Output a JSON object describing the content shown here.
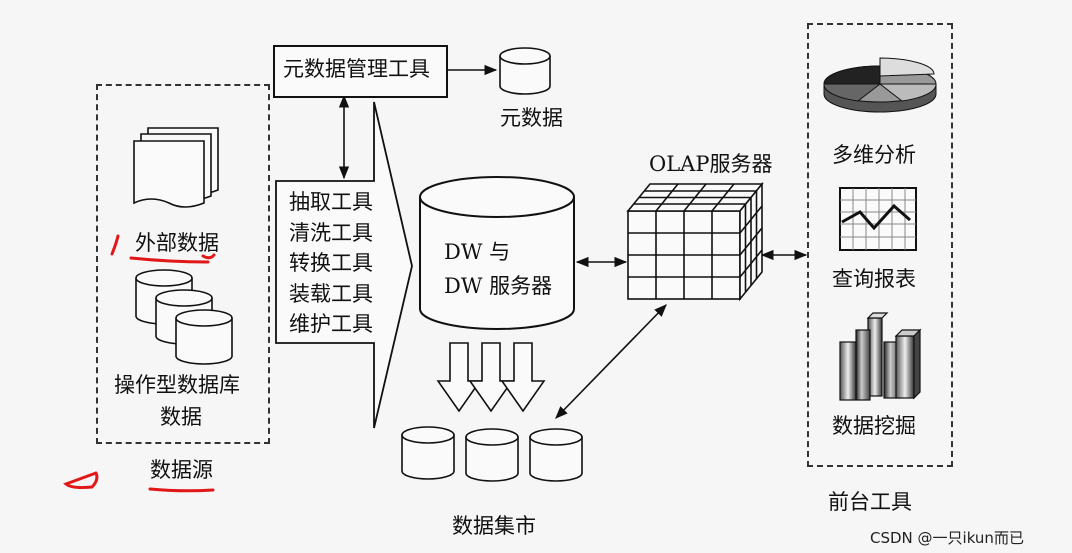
{
  "metadata_tool": "元数据管理工具",
  "metadata": "元数据",
  "etl_tools": [
    "抽取工具",
    "清洗工具",
    "转换工具",
    "装载工具",
    "维护工具"
  ],
  "data_sources": {
    "external": "外部数据",
    "operational_line1": "操作型数据库",
    "operational_line2": "数据",
    "caption": "数据源"
  },
  "dw": {
    "line1": "DW 与",
    "line2": "DW 服务器"
  },
  "data_marts": "数据集市",
  "olap": "OLAP服务器",
  "front_tools": {
    "items": [
      "多维分析",
      "查询报表",
      "数据挖掘"
    ],
    "caption": "前台工具"
  },
  "watermark": "CSDN @一只ikun而已",
  "colors": {
    "line": "#111111",
    "annotation": "#e01818"
  }
}
